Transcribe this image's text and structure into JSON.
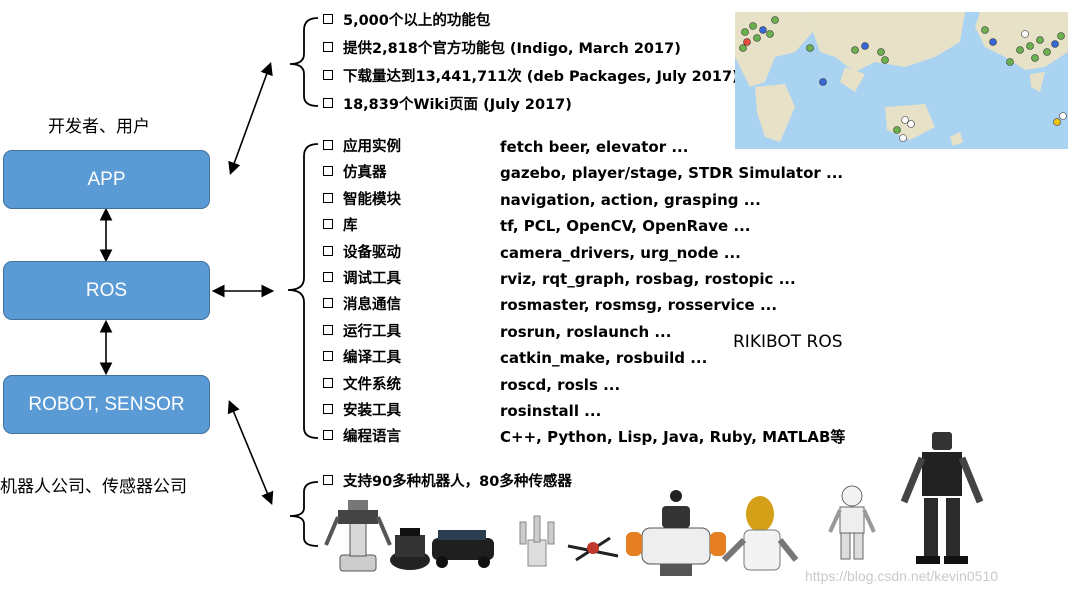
{
  "left": {
    "developers_label": "开发者、用户",
    "companies_label": "机器人公司、传感器公司",
    "boxes": {
      "app": "APP",
      "ros": "ROS",
      "robot_sensor": "ROBOT, SENSOR"
    }
  },
  "stats": [
    "5,000个以上的功能包",
    "提供2,818个官方功能包 (Indigo, March 2017)",
    "下载量达到13,441,711次 (deb Packages, July 2017)",
    "18,839个Wiki页面 (July 2017)"
  ],
  "features": [
    {
      "name": "应用实例",
      "desc": "fetch beer, elevator ..."
    },
    {
      "name": "仿真器",
      "desc": "gazebo, player/stage, STDR Simulator ..."
    },
    {
      "name": "智能模块",
      "desc": "navigation, action, grasping ..."
    },
    {
      "name": "库",
      "desc": "tf, PCL, OpenCV, OpenRave ..."
    },
    {
      "name": "设备驱动",
      "desc": "camera_drivers, urg_node ..."
    },
    {
      "name": "调试工具",
      "desc": "rviz, rqt_graph, rosbag, rostopic ..."
    },
    {
      "name": "消息通信",
      "desc": "rosmaster, rosmsg, rosservice ..."
    },
    {
      "name": "运行工具",
      "desc": "rosrun, roslaunch ..."
    },
    {
      "name": "编译工具",
      "desc": "catkin_make, rosbuild ..."
    },
    {
      "name": "文件系统",
      "desc": "roscd, rosls ..."
    },
    {
      "name": "安装工具",
      "desc": "rosinstall ..."
    },
    {
      "name": "编程语言",
      "desc": "C++, Python, Lisp, Java, Ruby, MATLAB等"
    }
  ],
  "robots_line": "支持90多种机器人，80多种传感器",
  "caption": "RIKIBOT ROS",
  "watermark": "https://blog.csdn.net/kevin0510",
  "colors": {
    "box_fill": "#5b9bd5",
    "box_border": "#41719c",
    "map_water": "#a9d3f1",
    "map_land": "#e7e1c8"
  }
}
